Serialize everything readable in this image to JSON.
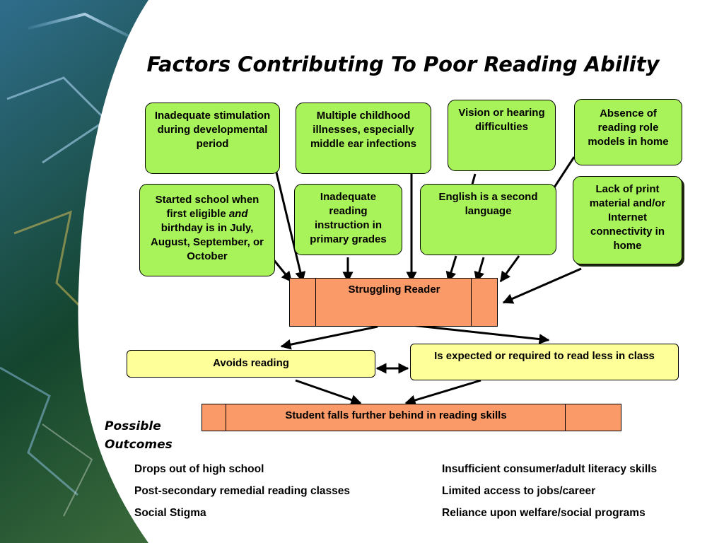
{
  "title": "Factors Contributing To Poor Reading Ability",
  "factors": {
    "inadequate_stimulation": "Inadequate stimulation during developmental period",
    "childhood_illnesses": "Multiple childhood illnesses, especially middle ear infections",
    "vision_hearing": "Vision or hearing difficulties",
    "absence_role_models": "Absence of reading role models in home",
    "started_school_before": "Started school when first eligible ",
    "started_school_italic": "and",
    "started_school_after": " birthday is in July, August, September, or October",
    "inadequate_instruction": "Inadequate reading instruction in primary grades",
    "english_second": "English is a second language",
    "lack_print": "Lack of print material and/or Internet connectivity in home"
  },
  "center": {
    "label": "Struggling Reader"
  },
  "effects": {
    "avoids": "Avoids reading",
    "expected_less": "Is expected or required to read less in class"
  },
  "behind": {
    "label": "Student falls further behind in reading skills"
  },
  "outcomes": {
    "heading": "Possible Outcomes",
    "left": [
      "Drops out of high school",
      "Post-secondary remedial reading classes",
      "Social Stigma"
    ],
    "right": [
      "Insufficient consumer/adult literacy skills",
      "Limited access to jobs/career",
      "Reliance upon welfare/social programs"
    ]
  },
  "colors": {
    "green": "#a8f25a",
    "yellow": "#ffff99",
    "orange": "#fa9a68",
    "background_band": "#1f4e3a"
  }
}
